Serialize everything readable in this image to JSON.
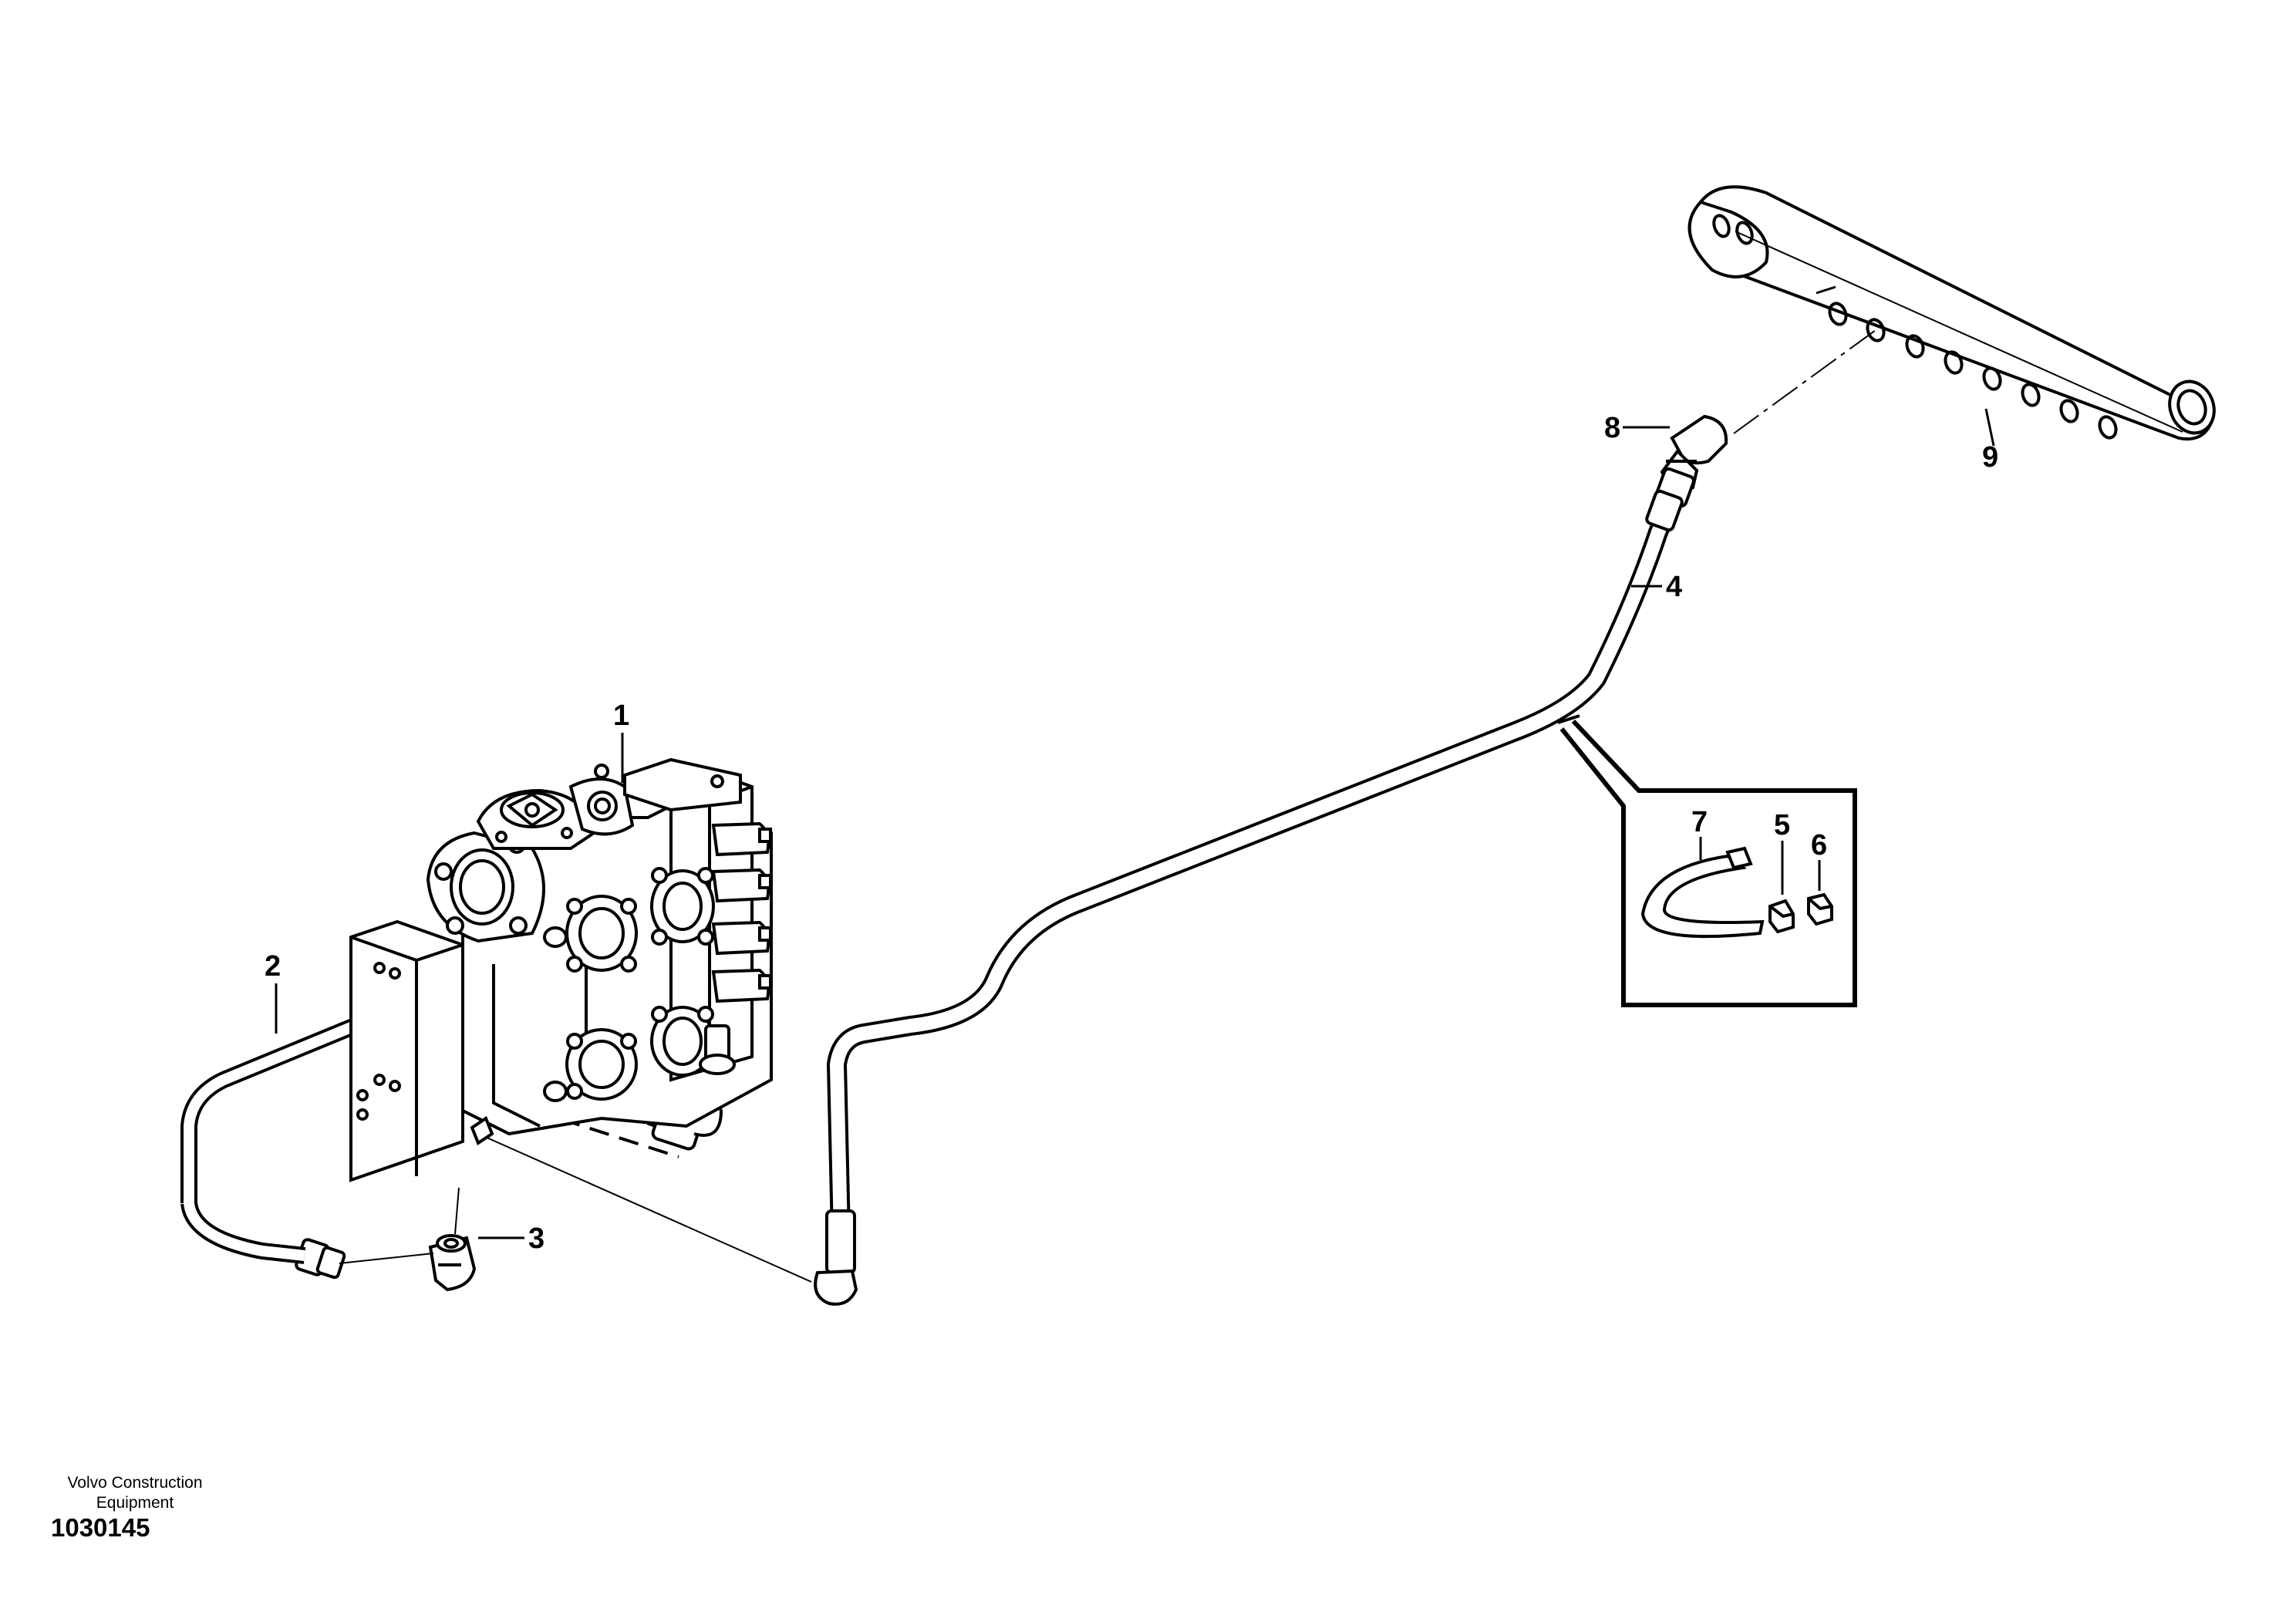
{
  "callouts": [
    {
      "id": "1",
      "label": "1"
    },
    {
      "id": "2",
      "label": "2"
    },
    {
      "id": "3",
      "label": "3"
    },
    {
      "id": "4",
      "label": "4"
    },
    {
      "id": "5",
      "label": "5"
    },
    {
      "id": "6",
      "label": "6"
    },
    {
      "id": "7",
      "label": "7"
    },
    {
      "id": "8",
      "label": "8"
    },
    {
      "id": "9",
      "label": "9"
    }
  ],
  "caption": {
    "company_line1": "Volvo Construction",
    "company_line2": "Equipment",
    "figure_number": "1030145"
  }
}
